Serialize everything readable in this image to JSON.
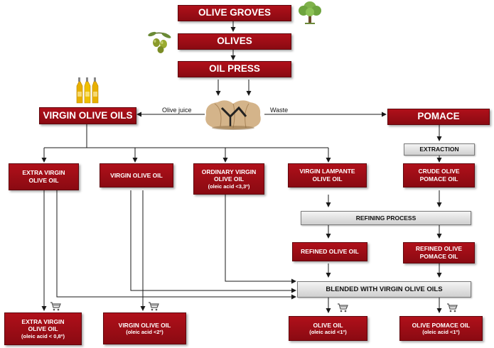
{
  "boxes": {
    "olive_groves": "OLIVE GROVES",
    "olives": "OLIVES",
    "oil_press": "OIL PRESS",
    "virgin_olive_oils": "VIRGIN OLIVE OILS",
    "pomace": "POMACE",
    "extraction": "EXTRACTION",
    "extra_virgin": "EXTRA VIRGIN OLIVE OIL",
    "virgin": "VIRGIN OLIVE OIL",
    "ordinary_virgin": "ORDINARY VIRGIN OLIVE OIL",
    "ordinary_virgin_note": "(oleic acid <3,3º)",
    "virgin_lampante": "VIRGIN LAMPANTE OLIVE OIL",
    "crude_pomace": "CRUDE OLIVE POMACE OIL",
    "refining": "REFINING PROCESS",
    "refined_olive": "REFINED OLIVE OIL",
    "refined_pomace": "REFINED OLIVE POMACE OIL",
    "blended": "BLENDED WITH VIRGIN OLIVE OILS",
    "final_extra_virgin": "EXTRA VIRGIN OLIVE OIL",
    "final_extra_virgin_note": "(oleic acid < 0,8º)",
    "final_virgin": "VIRGIN OLIVE OIL",
    "final_virgin_note": "(oleic acid <2º)",
    "final_olive": "OLIVE OIL",
    "final_olive_note": "(oleic acid <1º)",
    "final_pomace": "OLIVE POMACE OIL",
    "final_pomace_note": "(oleic acid <1º)"
  },
  "labels": {
    "olive_juice": "Olive juice",
    "waste": "Waste"
  },
  "icons": [
    "tree-icon",
    "olives-icon",
    "oil-bottles-icon",
    "press-icon",
    "cart-icon"
  ],
  "colors": {
    "box_red": "#9c0c16",
    "box_grey": "#dcdcdc",
    "line": "#1a1a1a"
  }
}
